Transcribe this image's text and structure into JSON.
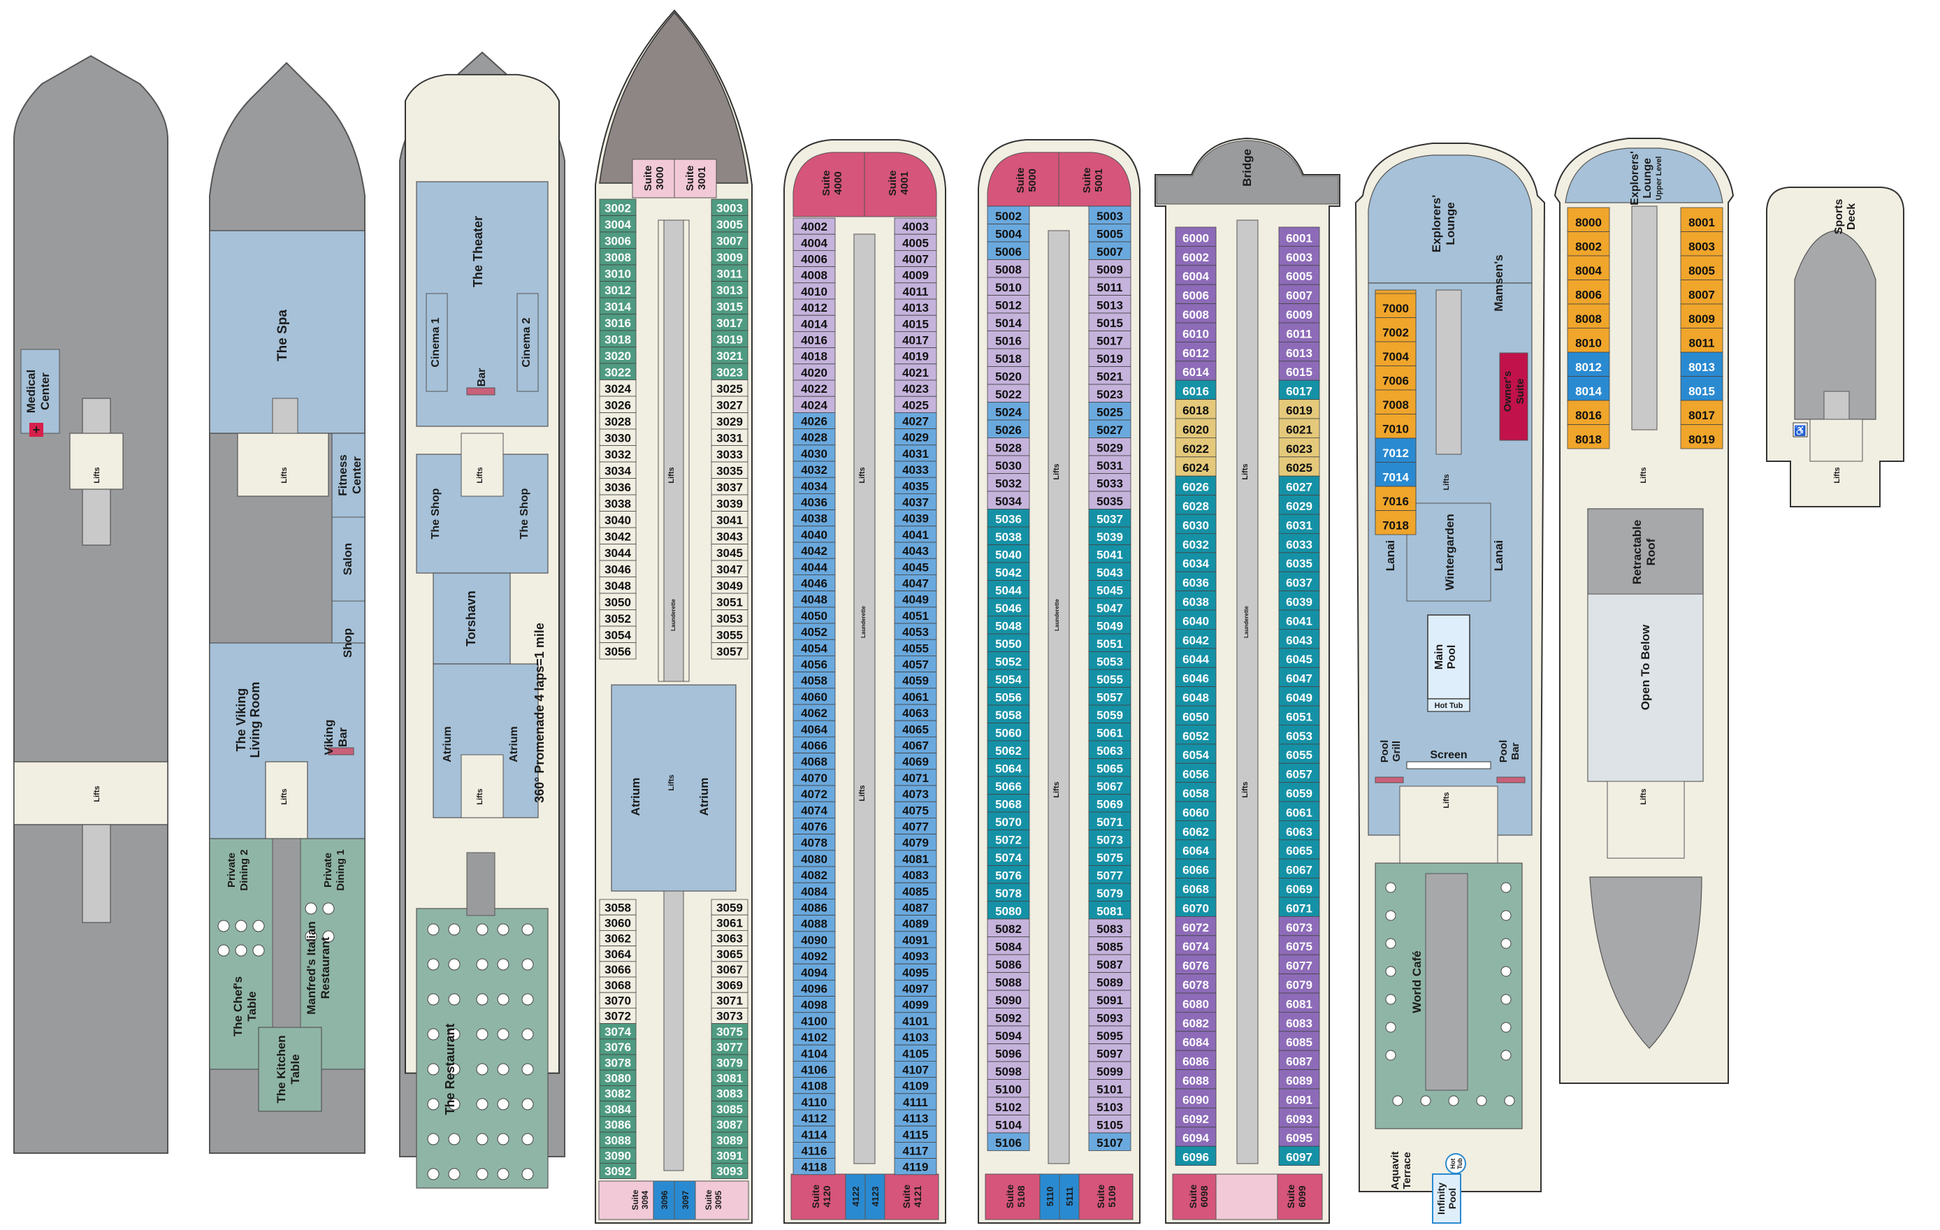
{
  "colors": {
    "gray_hull": "#9a9b9d",
    "gray_dark": "#6d6e70",
    "cream": "#f1eee2",
    "cream_edge": "#3a3a3a",
    "blue_public": "#a6c1d8",
    "teal_dining": "#8fb5a6",
    "pink_suite": "#d6557a",
    "pink_light": "#f2c9d7",
    "green_cabin": "#4f9b82",
    "lavender_cabin": "#c5b3dc",
    "purple_cabin": "#8d6bb8",
    "light_blue_cabin": "#6aa9de",
    "teal_cabin": "#1591a6",
    "tan_cabin": "#e4c97b",
    "orange_cabin": "#f0a52b",
    "steel_blue": "#2a8ad1",
    "bow_gray": "#8d8685"
  },
  "deck1": {
    "medical_line1": "Medical",
    "medical_line2": "Center",
    "lifts_a": "Lifts",
    "lifts_b": "Lifts"
  },
  "deck2": {
    "spa": "The Spa",
    "fitness_line1": "Fitness",
    "fitness_line2": "Center",
    "salon": "Salon",
    "shop": "Shop",
    "living_line1": "The Viking",
    "living_line2": "Living Room",
    "viking_bar_line1": "Viking",
    "viking_bar_line2": "Bar",
    "private2_line1": "Private",
    "private2_line2": "Dining 2",
    "private1_line1": "Private",
    "private1_line2": "Dining 1",
    "chefs_line1": "The Chef's",
    "chefs_line2": "Table",
    "manfreds_line1": "Manfred's Italian",
    "manfreds_line2": "Restaurant",
    "kitchen_line1": "The Kitchen",
    "kitchen_line2": "Table",
    "lifts_a": "Lifts",
    "lifts_b": "Lifts"
  },
  "deck3": {
    "theater": "The Theater",
    "cinema1": "Cinema 1",
    "cinema2": "Cinema 2",
    "bar": "Bar",
    "shop_left": "The Shop",
    "shop_right": "The Shop",
    "torshavn": "Torshavn",
    "atrium_left": "Atrium",
    "atrium_right": "Atrium",
    "restaurant": "The Restaurant",
    "promenade": "360° Promenade   4 laps=1 mile",
    "lifts_a": "Lifts",
    "lifts_b": "Lifts"
  },
  "deck4": {
    "suite_left_line1": "Suite",
    "suite_left_line2": "3000",
    "suite_right_line1": "Suite",
    "suite_right_line2": "3001",
    "bottom_suite_left_line1": "Suite",
    "bottom_suite_left_line2": "3094",
    "bottom_mid_left": "3096",
    "bottom_mid_right": "3097",
    "bottom_suite_right_line1": "Suite",
    "bottom_suite_right_line2": "3095",
    "atrium_left": "Atrium",
    "atrium_right": "Atrium",
    "launderette": "Launderette",
    "lifts_a": "Lifts",
    "lifts_b": "Lifts",
    "left_upper": [
      "3002",
      "3004",
      "3006",
      "3008",
      "3010",
      "3012",
      "3014",
      "3016",
      "3018",
      "3020",
      "3022",
      "3024",
      "3026",
      "3028",
      "3030",
      "3032",
      "3034",
      "3036",
      "3038",
      "3040",
      "3042",
      "3044",
      "3046",
      "3048",
      "3050",
      "3052",
      "3054",
      "3056"
    ],
    "right_upper": [
      "3003",
      "3005",
      "3007",
      "3009",
      "3011",
      "3013",
      "3015",
      "3017",
      "3019",
      "3021",
      "3023",
      "3025",
      "3027",
      "3029",
      "3031",
      "3033",
      "3035",
      "3037",
      "3039",
      "3041",
      "3043",
      "3045",
      "3047",
      "3049",
      "3051",
      "3053",
      "3055",
      "3057"
    ],
    "left_lower": [
      "3058",
      "3060",
      "3062",
      "3064",
      "3066",
      "3068",
      "3070",
      "3072",
      "3074",
      "3076",
      "3078",
      "3080",
      "3082",
      "3084",
      "3086",
      "3088",
      "3090",
      "3092"
    ],
    "right_lower": [
      "3059",
      "3061",
      "3063",
      "3065",
      "3067",
      "3069",
      "3071",
      "3073",
      "3075",
      "3077",
      "3079",
      "3081",
      "3083",
      "3085",
      "3087",
      "3089",
      "3091",
      "3093"
    ]
  },
  "deck5": {
    "suite_left_line1": "Suite",
    "suite_left_line2": "4000",
    "suite_right_line1": "Suite",
    "suite_right_line2": "4001",
    "bottom_suite_left_line1": "Suite",
    "bottom_suite_left_line2": "4120",
    "bottom_mid_left": "4122",
    "bottom_mid_left2": "4123",
    "bottom_suite_right_line1": "Suite",
    "bottom_suite_right_line2": "4121",
    "launderette": "Launderette",
    "lifts_a": "Lifts",
    "lifts_b": "Lifts",
    "left": [
      "4002",
      "4004",
      "4006",
      "4008",
      "4010",
      "4012",
      "4014",
      "4016",
      "4018",
      "4020",
      "4022",
      "4024",
      "4026",
      "4028",
      "4030",
      "4032",
      "4034",
      "4036",
      "4038",
      "4040",
      "4042",
      "4044",
      "4046",
      "4048",
      "4050",
      "4052",
      "4054",
      "4056",
      "4058",
      "4060",
      "4062",
      "4064",
      "4066",
      "4068",
      "4070",
      "4072",
      "4074",
      "4076",
      "4078",
      "4080",
      "4082",
      "4084",
      "4086",
      "4088",
      "4090",
      "4092",
      "4094",
      "4096",
      "4098",
      "4100",
      "4102",
      "4104",
      "4106",
      "4108",
      "4110",
      "4112",
      "4114",
      "4116",
      "4118"
    ],
    "right": [
      "4003",
      "4005",
      "4007",
      "4009",
      "4011",
      "4013",
      "4015",
      "4017",
      "4019",
      "4021",
      "4023",
      "4025",
      "4027",
      "4029",
      "4031",
      "4033",
      "4035",
      "4037",
      "4039",
      "4041",
      "4043",
      "4045",
      "4047",
      "4049",
      "4051",
      "4053",
      "4055",
      "4057",
      "4059",
      "4061",
      "4063",
      "4065",
      "4067",
      "4069",
      "4071",
      "4073",
      "4075",
      "4077",
      "4079",
      "4081",
      "4083",
      "4085",
      "4087",
      "4089",
      "4091",
      "4093",
      "4095",
      "4097",
      "4099",
      "4101",
      "4103",
      "4105",
      "4107",
      "4109",
      "4111",
      "4113",
      "4115",
      "4117",
      "4119"
    ]
  },
  "deck6": {
    "suite_left_line1": "Suite",
    "suite_left_line2": "5000",
    "suite_right_line1": "Suite",
    "suite_right_line2": "5001",
    "bottom_suite_left_line1": "Suite",
    "bottom_suite_left_line2": "5108",
    "bottom_mid_left": "5110",
    "bottom_mid_left2": "5111",
    "bottom_suite_right_line1": "Suite",
    "bottom_suite_right_line2": "5109",
    "launderette": "Launderette",
    "lifts_a": "Lifts",
    "lifts_b": "Lifts",
    "left": [
      "5002",
      "5004",
      "5006",
      "5008",
      "5010",
      "5012",
      "5014",
      "5016",
      "5018",
      "5020",
      "5022",
      "5024",
      "5026",
      "5028",
      "5030",
      "5032",
      "5034",
      "5036",
      "5038",
      "5040",
      "5042",
      "5044",
      "5046",
      "5048",
      "5050",
      "5052",
      "5054",
      "5056",
      "5058",
      "5060",
      "5062",
      "5064",
      "5066",
      "5068",
      "5070",
      "5072",
      "5074",
      "5076",
      "5078",
      "5080",
      "5082",
      "5084",
      "5086",
      "5088",
      "5090",
      "5092",
      "5094",
      "5096",
      "5098",
      "5100",
      "5102",
      "5104",
      "5106"
    ],
    "right": [
      "5003",
      "5005",
      "5007",
      "5009",
      "5011",
      "5013",
      "5015",
      "5017",
      "5019",
      "5021",
      "5023",
      "5025",
      "5027",
      "5029",
      "5031",
      "5033",
      "5035",
      "5037",
      "5039",
      "5041",
      "5043",
      "5045",
      "5047",
      "5049",
      "5051",
      "5053",
      "5055",
      "5057",
      "5059",
      "5061",
      "5063",
      "5065",
      "5067",
      "5069",
      "5071",
      "5073",
      "5075",
      "5077",
      "5079",
      "5081",
      "5083",
      "5085",
      "5087",
      "5089",
      "5091",
      "5093",
      "5095",
      "5097",
      "5099",
      "5101",
      "5103",
      "5105",
      "5107"
    ]
  },
  "deck7": {
    "bridge": "Bridge",
    "bottom_suite_left_line1": "Suite",
    "bottom_suite_left_line2": "6098",
    "bottom_suite_right_line1": "Suite",
    "bottom_suite_right_line2": "6099",
    "launderette": "Launderette",
    "lifts_a": "Lifts",
    "lifts_b": "Lifts",
    "left": [
      "6000",
      "6002",
      "6004",
      "6006",
      "6008",
      "6010",
      "6012",
      "6014",
      "6016",
      "6018",
      "6020",
      "6022",
      "6024",
      "6026",
      "6028",
      "6030",
      "6032",
      "6034",
      "6036",
      "6038",
      "6040",
      "6042",
      "6044",
      "6046",
      "6048",
      "6050",
      "6052",
      "6054",
      "6056",
      "6058",
      "6060",
      "6062",
      "6064",
      "6066",
      "6068",
      "6070",
      "6072",
      "6074",
      "6076",
      "6078",
      "6080",
      "6082",
      "6084",
      "6086",
      "6088",
      "6090",
      "6092",
      "6094",
      "6096"
    ],
    "right": [
      "6001",
      "6003",
      "6005",
      "6007",
      "6009",
      "6011",
      "6013",
      "6015",
      "6017",
      "6019",
      "6021",
      "6023",
      "6025",
      "6027",
      "6029",
      "6031",
      "6033",
      "6035",
      "6037",
      "6039",
      "6041",
      "6043",
      "6045",
      "6047",
      "6049",
      "6051",
      "6053",
      "6055",
      "6057",
      "6059",
      "6061",
      "6063",
      "6065",
      "6067",
      "6069",
      "6071",
      "6073",
      "6075",
      "6077",
      "6079",
      "6081",
      "6083",
      "6085",
      "6087",
      "6089",
      "6091",
      "6093",
      "6095",
      "6097"
    ]
  },
  "deck8": {
    "explorers_line1": "Explorers'",
    "explorers_line2": "Lounge",
    "mamsens": "Mamsen's",
    "owners_line1": "Owner's",
    "owners_line2": "Suite",
    "lanai_left": "Lanai",
    "lanai_right": "Lanai",
    "wintergarden": "Wintergarden",
    "main_pool_line1": "Main",
    "main_pool_line2": "Pool",
    "hot_tub": "Hot Tub",
    "screen": "Screen",
    "pool_grill_line1": "Pool",
    "pool_grill_line2": "Grill",
    "pool_bar_line1": "Pool",
    "pool_bar_line2": "Bar",
    "world_cafe": "World Café",
    "aquavit_line1": "Aquavit",
    "aquavit_line2": "Terrace",
    "hot_tub_small_line1": "Hot",
    "hot_tub_small_line2": "Tub",
    "infinity_line1": "Infinity",
    "infinity_line2": "Pool",
    "lifts_a": "Lifts",
    "lifts_b": "Lifts",
    "cabins": [
      "7000",
      "7002",
      "7004",
      "7006",
      "7008",
      "7010",
      "7012",
      "7014",
      "7016",
      "7018"
    ]
  },
  "deck9": {
    "explorers_line1": "Explorers'",
    "explorers_line2": "Lounge",
    "explorers_line3": "Upper Level",
    "retractable_line1": "Retractable",
    "retractable_line2": "Roof",
    "open_to_below": "Open To Below",
    "lifts_a": "Lifts",
    "lifts_b": "Lifts",
    "left": [
      "8000",
      "8002",
      "8004",
      "8006",
      "8008",
      "8010",
      "8012",
      "8014",
      "8016",
      "8018"
    ],
    "right": [
      "8001",
      "8003",
      "8005",
      "8007",
      "8009",
      "8011",
      "8013",
      "8015",
      "8017",
      "8019"
    ]
  },
  "deck10": {
    "sports_line1": "Sports",
    "sports_line2": "Deck",
    "lifts": "Lifts"
  }
}
